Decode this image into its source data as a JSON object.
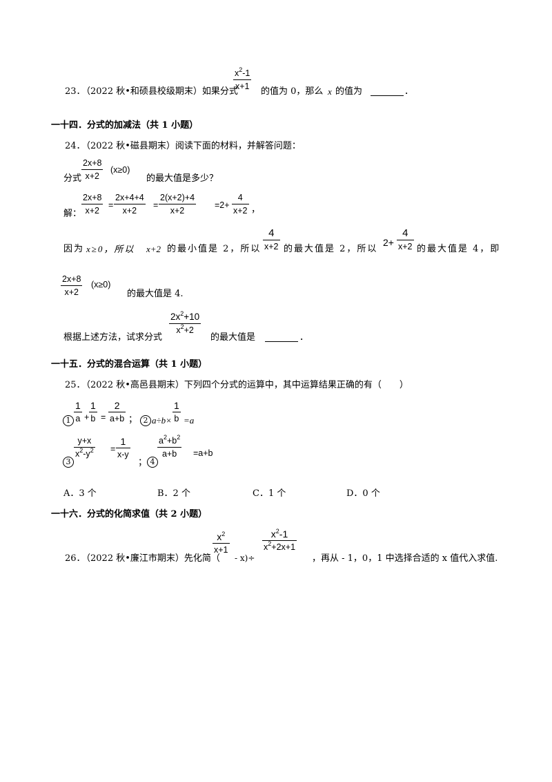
{
  "q23": {
    "num": "23．",
    "source": "（2022 秋•和硕县校级期末）如果分式",
    "frac_num_a": "x",
    "frac_num_sup": "2",
    "frac_num_b": "-1",
    "frac_den": "x+1",
    "mid": "的值为 0，那么",
    "var": "x",
    "tail": "的值为",
    "end": "．"
  },
  "sec14": {
    "title": "一十四．分式的加减法（共 1 小题）"
  },
  "q24": {
    "num": "24．",
    "source": "（2022 秋•磁县期末）阅读下面的材料，并解答问题：",
    "l1_pre": "分式",
    "l1_frac_num": "2x+8",
    "l1_frac_den": "x+2",
    "l1_cond": "(x≥0)",
    "l1_post": "的最大值是多少？",
    "l2_label": "解：",
    "l2_f1_num": "2x+8",
    "l2_f1_den": "x+2",
    "l2_f2_num": "2x+4+4",
    "l2_f2_den": "x+2",
    "l2_f3_num": "2(x+2)+4",
    "l2_f3_den": "x+2",
    "l2_eq": "=",
    "l2_two": "=2+",
    "l2_f4_num": "4",
    "l2_f4_den": "x+2",
    "l2_end": "，",
    "l3_a": "因为",
    "l3_b": "x≥0，所以",
    "l3_c": "x+2",
    "l3_d": "的最小值是 2，所以",
    "l3_f1_num": "4",
    "l3_f1_den": "x+2",
    "l3_e": "的最大值是 2，所以",
    "l3_two": "2+",
    "l3_f2_num": "4",
    "l3_f2_den": "x+2",
    "l3_f": "的最大值是 4，即",
    "l4_frac_num": "2x+8",
    "l4_frac_den": "x+2",
    "l4_cond": "(x≥0)",
    "l4_post": "的最大值是 4.",
    "l5_pre": "根据上述方法，试求分式",
    "l5_num_a": "2x",
    "l5_num_sup": "2",
    "l5_num_b": "+10",
    "l5_den_a": "x",
    "l5_den_sup": "2",
    "l5_den_b": "+2",
    "l5_post": "的最大值是",
    "l5_end": "．"
  },
  "sec15": {
    "title": "一十五．分式的混合运算（共 1 小题）"
  },
  "q25": {
    "num": "25．",
    "source": "（2022 秋•高邑县期末）下列四个分式的运算中，其中运算结果正确的有（　　）",
    "c1": "1",
    "e1_n1": "1",
    "e1_d1": "a",
    "e1_plus": "+",
    "e1_n2": "1",
    "e1_d2": "b",
    "e1_eq": "=",
    "e1_n3": "2",
    "e1_d3": "a+b",
    "semi": "；",
    "c2": "2",
    "e2_a": "a÷b×",
    "e2_n": "1",
    "e2_d": "b",
    "e2_b": "=a",
    "c3": "3",
    "e3_num": "y+x",
    "e3_den_a": "x",
    "e3_den_s1": "2",
    "e3_den_b": "-y",
    "e3_den_s2": "2",
    "e3_eq": "=",
    "e3_n2": "1",
    "e3_d2": "x-y",
    "c4": "4",
    "e4_num_a": "a",
    "e4_num_s1": "2",
    "e4_num_b": "+b",
    "e4_num_s2": "2",
    "e4_den": "a+b",
    "e4_eq": "=a+b",
    "optA": "A．3 个",
    "optB": "B．2 个",
    "optC": "C．1 个",
    "optD": "D．0 个"
  },
  "sec16": {
    "title": "一十六．分式的化简求值（共 2 小题）"
  },
  "q26": {
    "num": "26．",
    "source": "（2022 秋•廉江市期末）先化简（",
    "f1_num_a": "x",
    "f1_num_sup": "2",
    "f1_den": "x+1",
    "minus_x": "- x)÷",
    "f2_num_a": "x",
    "f2_num_sup": "2",
    "f2_num_b": "-1",
    "f2_den_a": "x",
    "f2_den_sup": "2",
    "f2_den_b": "+2x+1",
    "tail": "，再从 - 1，0，1 中选择合适的 x 值代入求值."
  }
}
